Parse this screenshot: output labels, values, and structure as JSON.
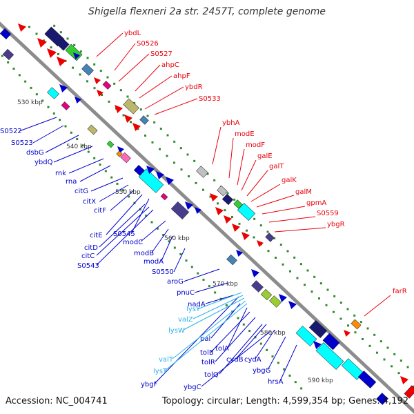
{
  "title": "Shigella flexneri 2a str. 2457T, complete genome",
  "footer": {
    "accession": "Accession: NC_004741",
    "summary": "Topology: circular; Length: 4,599,354 bp; Genes: 4,192"
  },
  "colors": {
    "backbone": "#8c8c8c",
    "scale_tick": "#2e8b2e",
    "label_red": "#e8000b",
    "label_blue": "#0000cc",
    "label_cyan": "#2ab3e6",
    "kbp_text": "#333333"
  },
  "scale_labels": [
    "530 kbp",
    "540 kbp",
    "550 kbp",
    "560 kbp",
    "570 kbp",
    "580 kbp",
    "590 kbp"
  ],
  "labels_red": [
    "ybdL",
    "S0526",
    "S0527",
    "ahpC",
    "ahpF",
    "ybdR",
    "S0533",
    "ybhA",
    "modE",
    "modF",
    "galE",
    "galT",
    "galK",
    "galM",
    "gpmA",
    "S0559",
    "ybgR",
    "farR"
  ],
  "labels_blue": [
    "S0522",
    "S0523",
    "dsbG",
    "ybdQ",
    "rnk",
    "rna",
    "citG",
    "citX",
    "citF",
    "citE",
    "S0545",
    "citD",
    "citC",
    "S0543",
    "modC",
    "modB",
    "modA",
    "S0550",
    "aroG",
    "pnuC",
    "nadA",
    "pal",
    "tolA",
    "tolB",
    "tolR",
    "tolQ",
    "ybgC",
    "ybgF",
    "cydB",
    "cydA",
    "ybgG",
    "hrsA"
  ],
  "labels_cyan": [
    "lysY",
    "valZ",
    "lysW",
    "valT",
    "lysT"
  ]
}
